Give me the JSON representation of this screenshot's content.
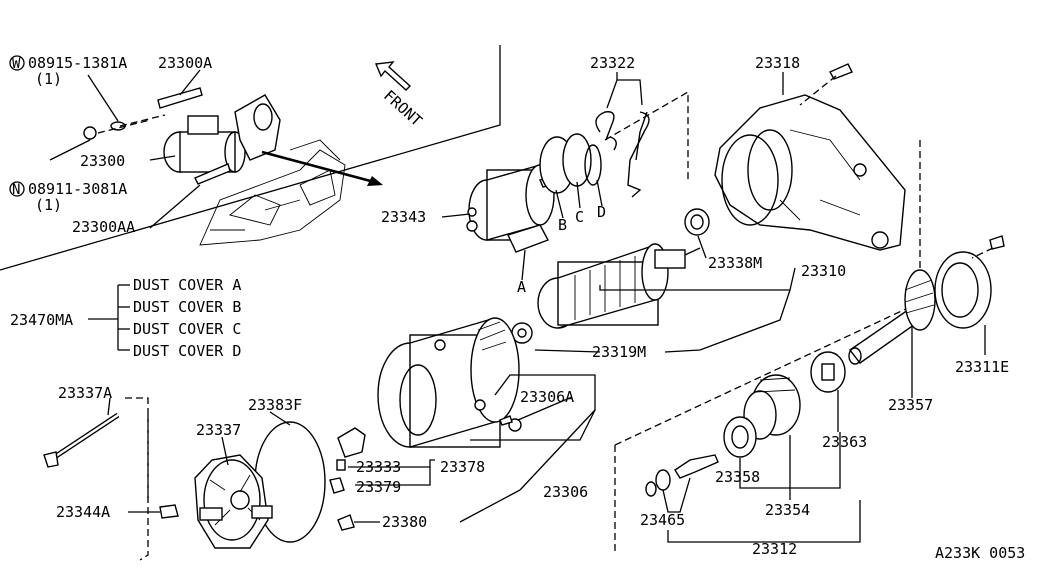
{
  "parts": {
    "p08915": "08915-1381A",
    "p08915_qty": "(1)",
    "p23300A": "23300A",
    "p23300": "23300",
    "p08911": "08911-3081A",
    "p08911_qty": "(1)",
    "p23300AA": "23300AA",
    "p23322": "23322",
    "p23318": "23318",
    "p23343": "23343",
    "p23338M": "23338M",
    "p23310": "23310",
    "p23319M": "23319M",
    "p23311E": "23311E",
    "p23470MA": "23470MA",
    "p23337A": "23337A",
    "p23383F": "23383F",
    "p23337": "23337",
    "p23306A": "23306A",
    "p23333": "23333",
    "p23378": "23378",
    "p23379": "23379",
    "p23306": "23306",
    "p23344A": "23344A",
    "p23380": "23380",
    "p23357": "23357",
    "p23363": "23363",
    "p23358": "23358",
    "p23354": "23354",
    "p23465": "23465",
    "p23312": "23312"
  },
  "markers": {
    "W": "W",
    "N": "N",
    "A": "A",
    "B": "B",
    "C": "C",
    "D": "D"
  },
  "dust_covers": [
    "DUST COVER  A",
    "DUST COVER  B",
    "DUST COVER  C",
    "DUST COVER  D"
  ],
  "front_label": "FRONT",
  "diagram_code": "A233K 0053"
}
